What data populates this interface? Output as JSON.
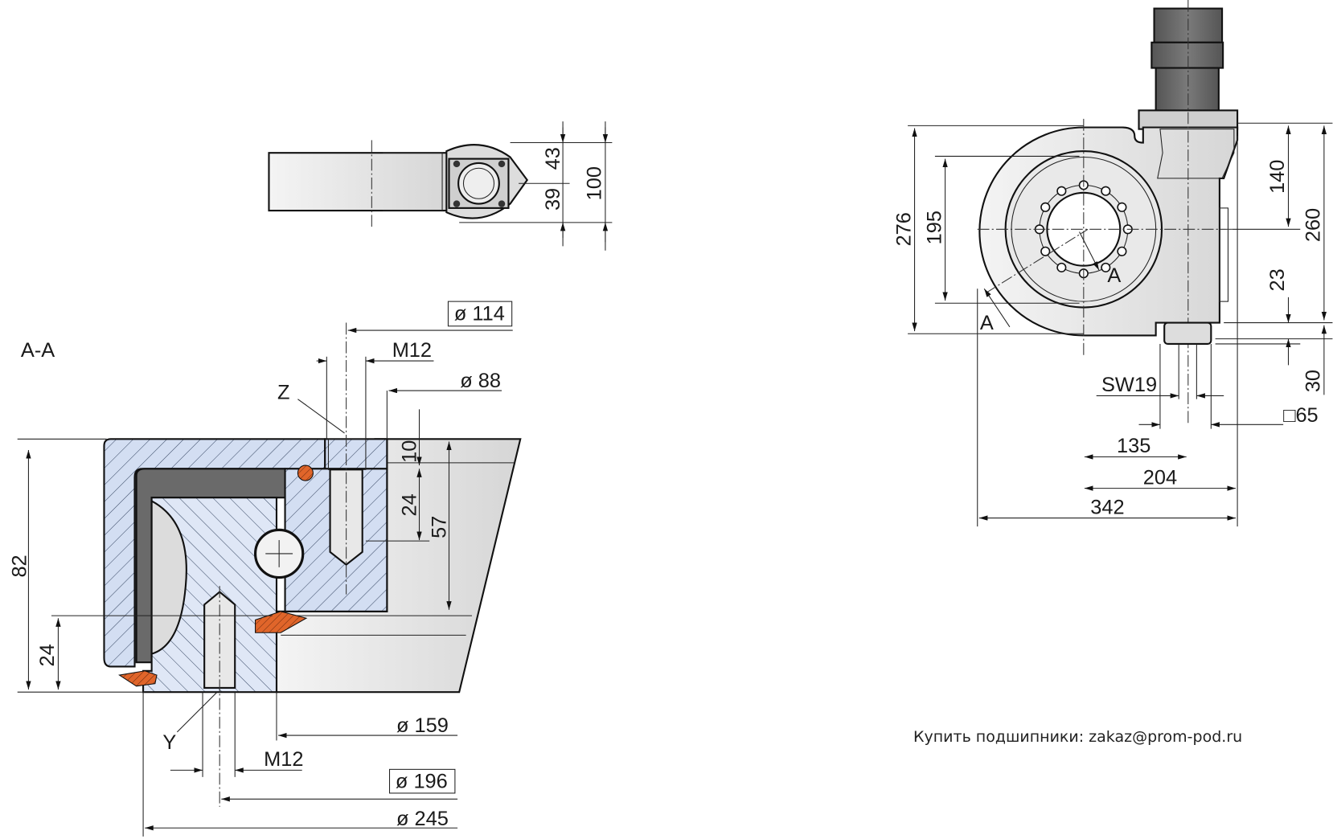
{
  "top_view": {
    "dim_43": "43",
    "dim_39": "39",
    "dim_100": "100"
  },
  "section": {
    "title": "A-A",
    "d114": "ø 114",
    "m12_top": "M12",
    "d88": "ø 88",
    "z": "Z",
    "h10": "10",
    "h24_top": "24",
    "h57": "57",
    "h82": "82",
    "h24_bottom": "24",
    "y": "Y",
    "d159": "ø 159",
    "m12_bottom": "M12",
    "d196": "ø 196",
    "d245": "ø 245"
  },
  "front_view": {
    "h276": "276",
    "h195": "195",
    "section_a_left": "A",
    "section_a_right": "A",
    "h140": "140",
    "h260": "260",
    "h23": "23",
    "h30": "30",
    "sw19": "SW19",
    "sq65": "□65",
    "w135": "135",
    "w204": "204",
    "w342": "342"
  },
  "footer": {
    "text": "Купить подшипники: zakaz@prom-pod.ru"
  },
  "colors": {
    "steel_blue": "#c9d6ee",
    "seal_orange": "#e0652a",
    "motor_gray": "#6e6e6e",
    "housing_gray": "#e4e4e4"
  }
}
